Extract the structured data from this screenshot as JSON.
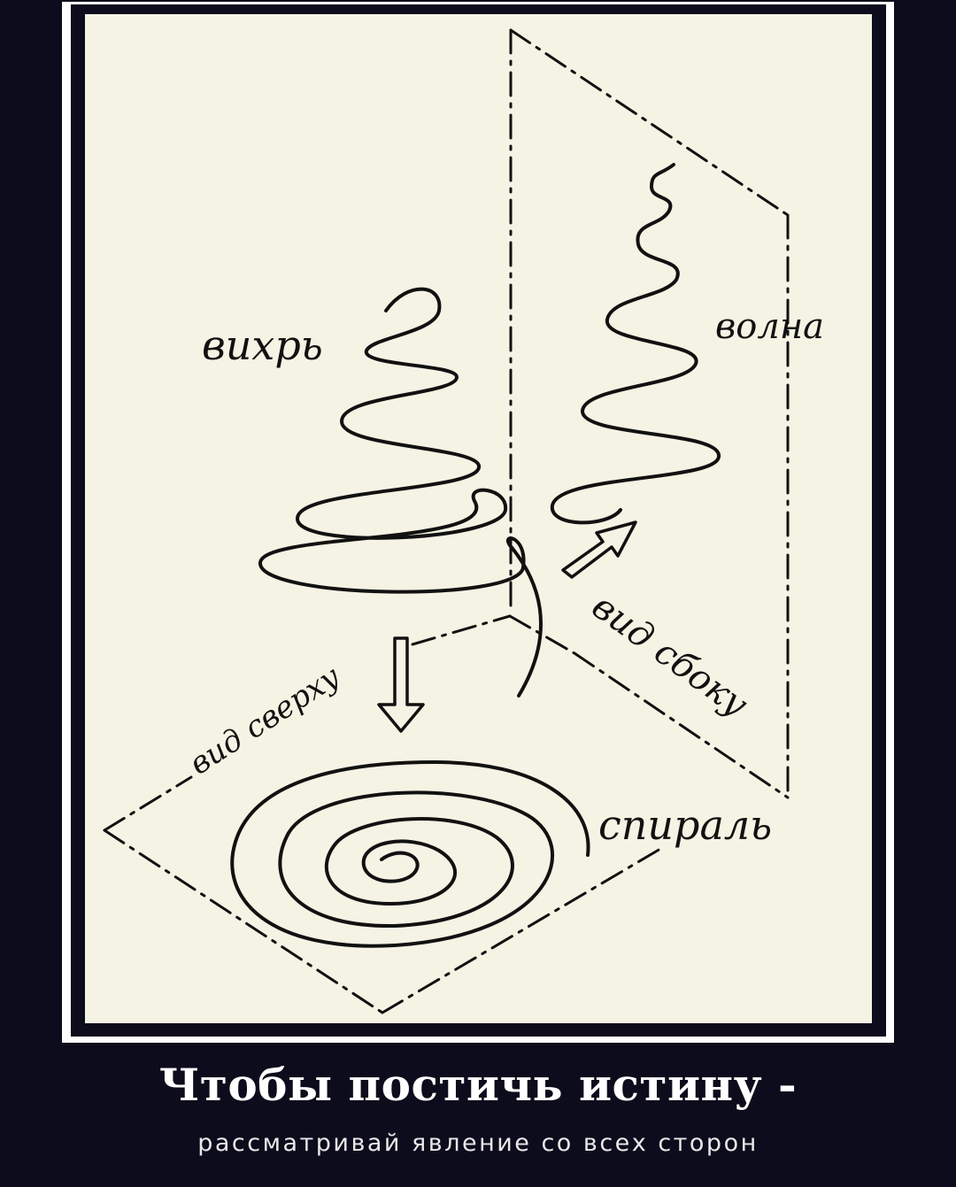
{
  "diagram": {
    "labels": {
      "vortex": "вихрь",
      "wave": "волна",
      "side_view": "вид сбоку",
      "top_view": "вид сверху",
      "spiral": "спираль"
    }
  },
  "caption": {
    "title": "Чтобы постичь истину -",
    "subtitle": "рассматривай явление со всех сторон"
  },
  "colors": {
    "background": "#0c0c1c",
    "paper": "#f4f3e4",
    "ink": "#111111",
    "caption_text": "#ffffff"
  }
}
